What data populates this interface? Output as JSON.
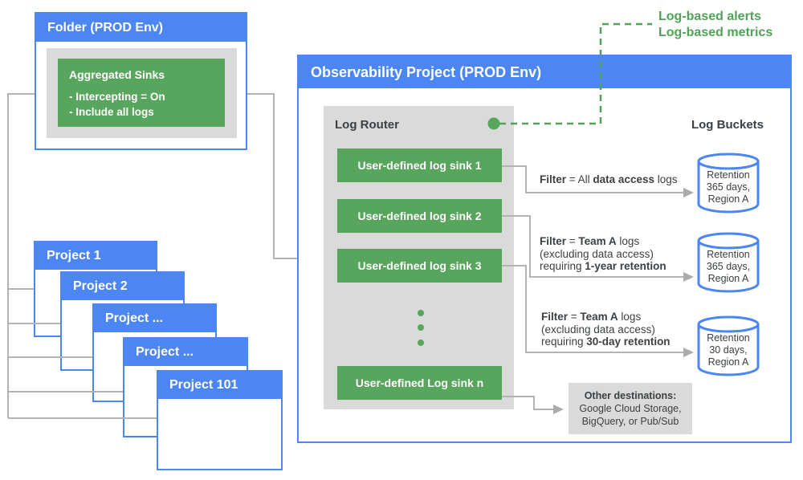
{
  "colors": {
    "blue": "#4c86f3",
    "green_box": "#58a55e",
    "green_line": "#4fa258",
    "panel_gray": "#dadada",
    "connector_gray": "#b3b3b3",
    "arrow_gray": "#ababab",
    "text_dark": "#3c4043"
  },
  "alerts": {
    "lines": [
      "Log-based alerts",
      "Log-based metrics"
    ]
  },
  "folder": {
    "title": "Folder (PROD Env)",
    "aggregated_sinks": {
      "title": "Aggregated Sinks",
      "items": [
        "- Intercepting = On",
        "- Include all logs"
      ]
    }
  },
  "projects": [
    {
      "label": "Project 1"
    },
    {
      "label": "Project 2"
    },
    {
      "label": "Project ..."
    },
    {
      "label": "Project ..."
    },
    {
      "label": "Project 101"
    }
  ],
  "observability": {
    "title": "Observability Project (PROD Env)",
    "log_router": {
      "title": "Log Router",
      "sinks": [
        "User-defined log sink 1",
        "User-defined log sink 2",
        "User-defined log sink 3",
        "User-defined Log sink n"
      ]
    },
    "log_buckets_title": "Log Buckets"
  },
  "filters": [
    {
      "lines": [
        [
          {
            "t": "Filter",
            "b": 1
          },
          {
            "t": " = All "
          },
          {
            "t": "data access",
            "b": 1
          },
          {
            "t": " logs"
          }
        ]
      ]
    },
    {
      "lines": [
        [
          {
            "t": "Filter",
            "b": 1
          },
          {
            "t": " = "
          },
          {
            "t": "Team A",
            "b": 1
          },
          {
            "t": " logs"
          }
        ],
        [
          {
            "t": "(excluding data access)"
          }
        ],
        [
          {
            "t": "requiring "
          },
          {
            "t": "1-year retention",
            "b": 1
          }
        ]
      ]
    },
    {
      "lines": [
        [
          {
            "t": "Filter",
            "b": 1
          },
          {
            "t": " = "
          },
          {
            "t": "Team A",
            "b": 1
          },
          {
            "t": " logs"
          }
        ],
        [
          {
            "t": "(excluding data access)"
          }
        ],
        [
          {
            "t": "requiring "
          },
          {
            "t": "30-day retention",
            "b": 1
          }
        ]
      ]
    }
  ],
  "buckets": [
    {
      "lines": [
        "Retention",
        "365 days,",
        "Region A"
      ]
    },
    {
      "lines": [
        "Retention",
        "365 days,",
        "Region A"
      ]
    },
    {
      "lines": [
        "Retention",
        "30 days,",
        "Region A"
      ]
    }
  ],
  "other_destinations": {
    "lines": [
      [
        {
          "t": "Other destinations:",
          "b": 1
        }
      ],
      [
        {
          "t": "Google Cloud Storage,"
        }
      ],
      [
        {
          "t": "BigQuery, or Pub/Sub"
        }
      ]
    ]
  }
}
